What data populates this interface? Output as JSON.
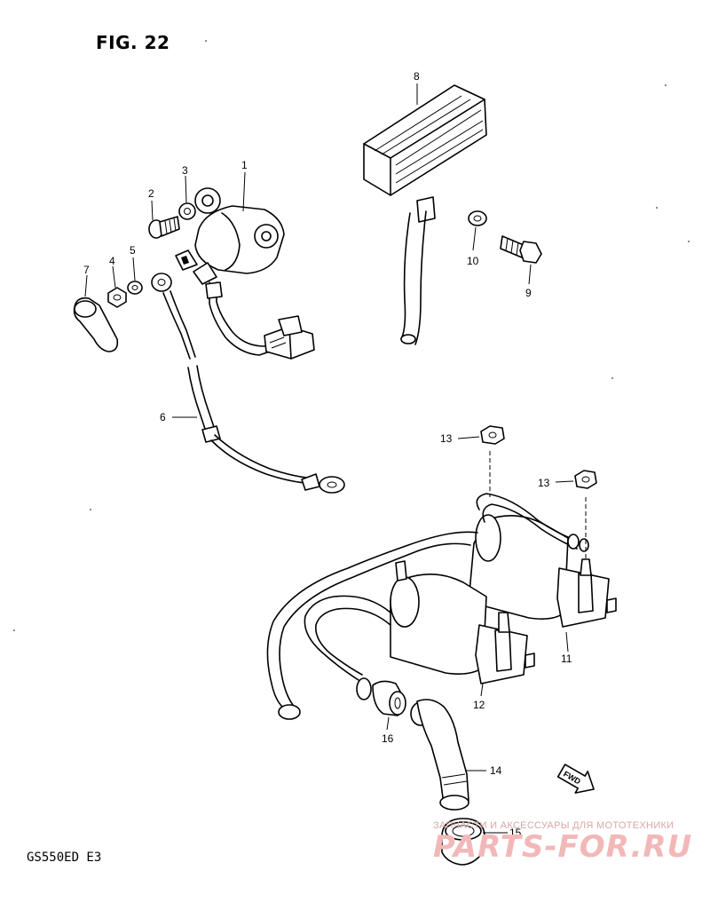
{
  "figure": {
    "title": "FIG. 22",
    "model_code": "GS550ED  E3"
  },
  "fwd_label": "FWD",
  "watermark": {
    "line1": "ЗАПЧАСТИ И АКСЕССУАРЫ ДЛЯ МОТОТЕХНИКИ",
    "brand": "PARTS-FOR.RU"
  },
  "callouts": [
    {
      "id": "1",
      "text": "1"
    },
    {
      "id": "2",
      "text": "2"
    },
    {
      "id": "3",
      "text": "3"
    },
    {
      "id": "4",
      "text": "4"
    },
    {
      "id": "5",
      "text": "5"
    },
    {
      "id": "6",
      "text": "6"
    },
    {
      "id": "7",
      "text": "7"
    },
    {
      "id": "8",
      "text": "8"
    },
    {
      "id": "9",
      "text": "9"
    },
    {
      "id": "10",
      "text": "10"
    },
    {
      "id": "11",
      "text": "11"
    },
    {
      "id": "12",
      "text": "12"
    },
    {
      "id": "13a",
      "text": "13"
    },
    {
      "id": "13b",
      "text": "13"
    },
    {
      "id": "14",
      "text": "14"
    },
    {
      "id": "15",
      "text": "15"
    },
    {
      "id": "16",
      "text": "16"
    }
  ]
}
